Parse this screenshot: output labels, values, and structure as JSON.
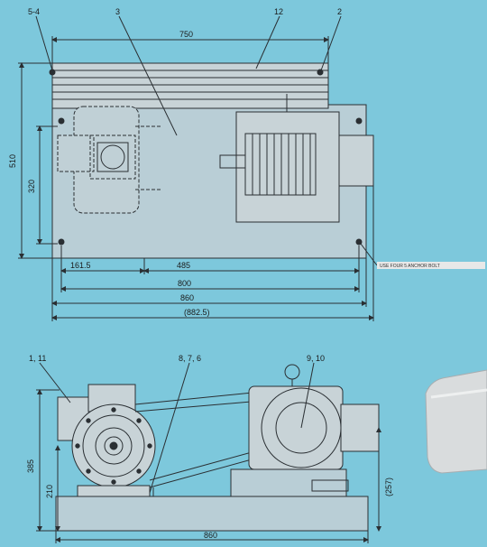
{
  "colors": {
    "background": "#7dc8dc",
    "panel": "#b9ced6",
    "line": "#2a2f33",
    "machine": "#c8d3d7",
    "note_box": "#e8e8e8"
  },
  "top_view": {
    "callouts": [
      "5-4",
      "3",
      "12",
      "2"
    ],
    "dims": {
      "width_top": "750",
      "height_left": "510",
      "motor_height": "320",
      "offset": "161.5",
      "span_a": "485",
      "span_b": "800",
      "span_c": "860",
      "span_d": "(882.5)"
    },
    "note": "USE FOUR 5 ANCHOR BOLT"
  },
  "side_view": {
    "callouts": [
      "1, 11",
      "8, 7, 6",
      "9, 10"
    ],
    "dims": {
      "height_total": "385",
      "height_shaft": "210",
      "height_right": "(257)",
      "base_width": "860"
    }
  }
}
